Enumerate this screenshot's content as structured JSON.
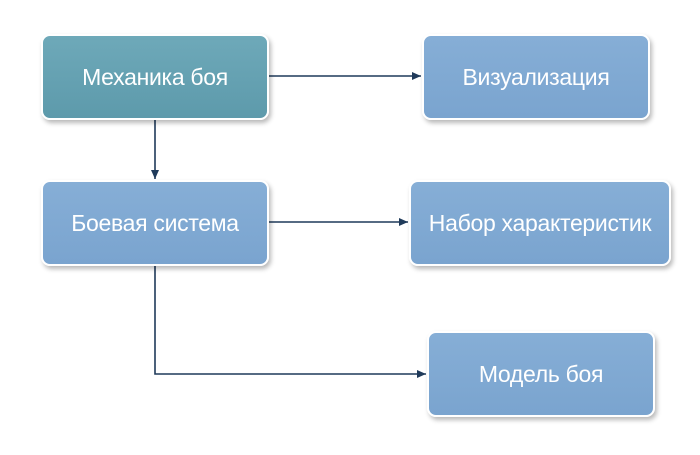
{
  "diagram": {
    "colors": {
      "primary_node": "#5d9aab",
      "secondary_node": "#7aa4cf",
      "node_text": "#ffffff",
      "connector": "#1f3a5a"
    },
    "nodes": {
      "mechanics": {
        "label": "Механика боя"
      },
      "visualization": {
        "label": "Визуализация"
      },
      "combat_system": {
        "label": "Боевая система"
      },
      "stats_set": {
        "label": "Набор характеристик"
      },
      "combat_model": {
        "label": "Модель боя"
      }
    },
    "edges": [
      {
        "from": "mechanics",
        "to": "visualization"
      },
      {
        "from": "mechanics",
        "to": "combat_system"
      },
      {
        "from": "combat_system",
        "to": "stats_set"
      },
      {
        "from": "combat_system",
        "to": "combat_model"
      }
    ]
  }
}
